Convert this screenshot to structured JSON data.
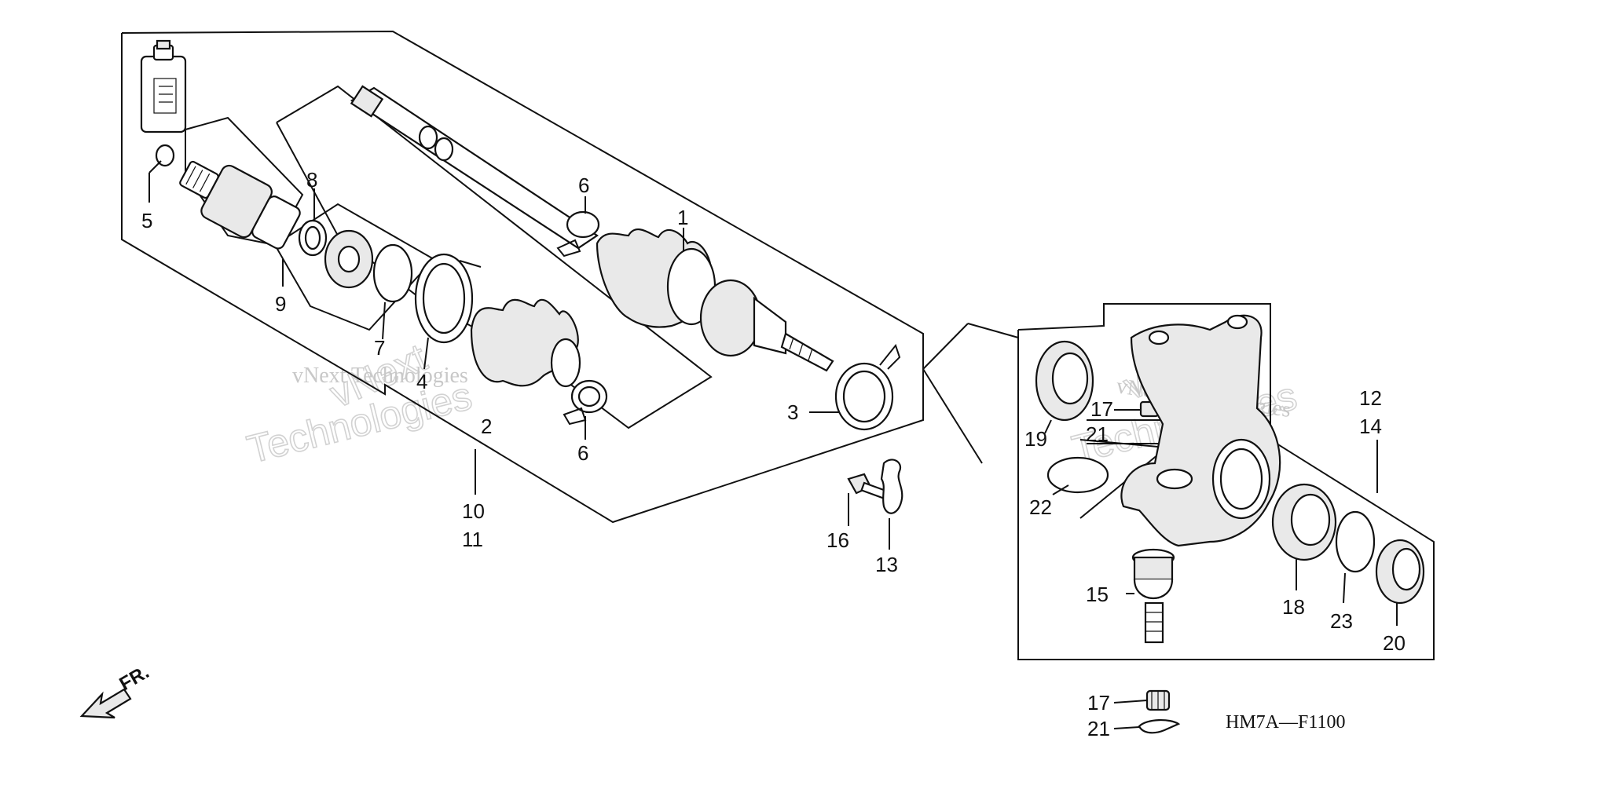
{
  "diagram": {
    "code": "HM7A—F1100",
    "direction_label": "FR.",
    "callouts": {
      "c1": "1",
      "c2": "2",
      "c3": "3",
      "c4": "4",
      "c5": "5",
      "c6a": "6",
      "c6b": "6",
      "c7": "7",
      "c8": "8",
      "c9": "9",
      "c10": "10",
      "c11": "11",
      "c12": "12",
      "c13": "13",
      "c14": "14",
      "c15": "15",
      "c16": "16",
      "c17a": "17",
      "c17b": "17",
      "c18": "18",
      "c19": "19",
      "c20": "20",
      "c21a": "21",
      "c21b": "21",
      "c22": "22",
      "c23": "23"
    },
    "watermark": {
      "line1": "vNext Technologies",
      "line2": "vNext",
      "line3": "Technologies"
    }
  }
}
